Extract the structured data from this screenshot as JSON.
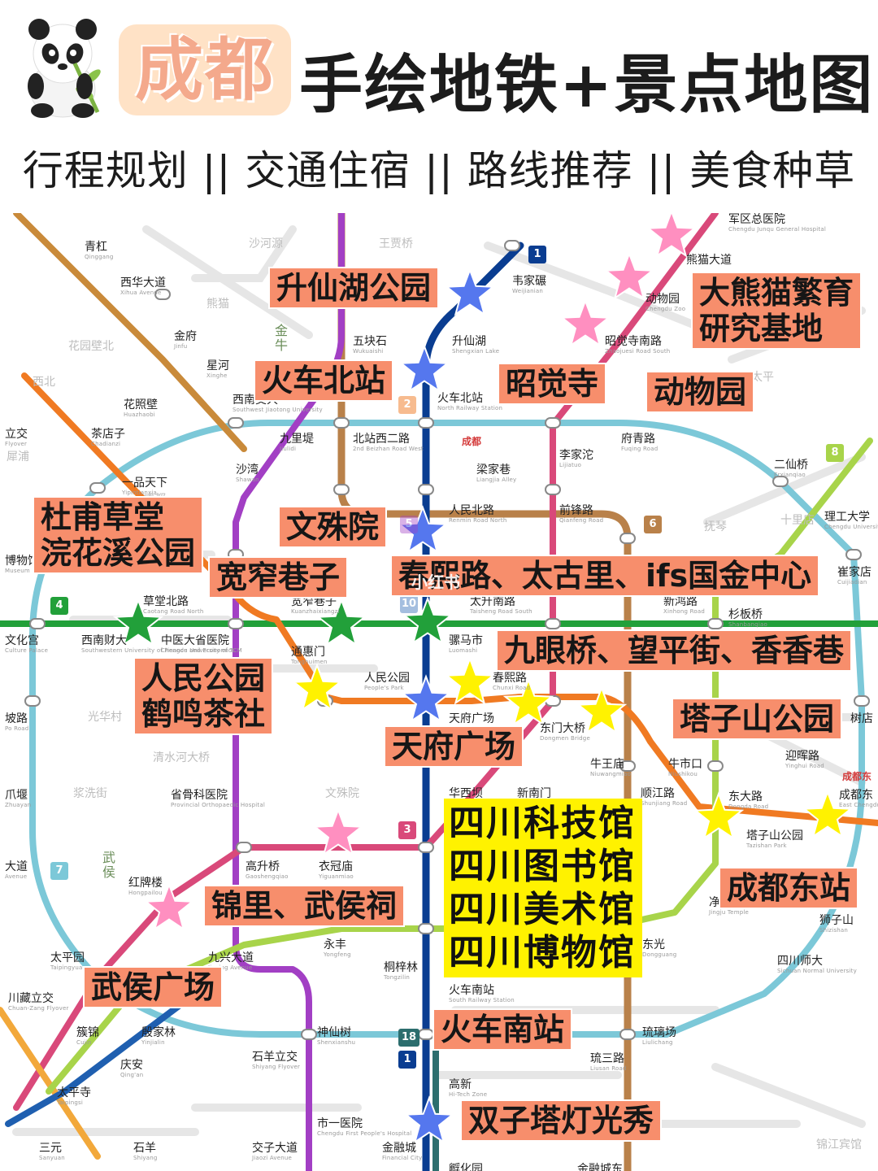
{
  "header": {
    "city": "成都",
    "title": "手绘地铁+景点地图",
    "subtitle": "行程规划 || 交通住宿 || 路线推荐 || 美食种草"
  },
  "colors": {
    "line1": "#0a3d91",
    "line2": "#f07a22",
    "line3": "#d9497a",
    "line4": "#22a03a",
    "line5": "#a23fc4",
    "line6": "#b9814a",
    "line7": "#7cc8d8",
    "line8": "#a8d44a",
    "line9": "#f2a83a",
    "line10": "#1f5fb0",
    "tag": "#f78e6c",
    "highlight": "#fff200"
  },
  "map": {
    "watermark": "小红书",
    "attraction_tags": [
      {
        "id": "shengxianhu",
        "lines": [
          "升仙湖公园"
        ]
      },
      {
        "id": "panda-base",
        "lines": [
          "大熊猫繁育",
          "研究基地"
        ]
      },
      {
        "id": "huochebei",
        "lines": [
          "火车北站"
        ]
      },
      {
        "id": "zhaojuesi",
        "lines": [
          "昭觉寺"
        ]
      },
      {
        "id": "zoo",
        "lines": [
          "动物园"
        ]
      },
      {
        "id": "dufu",
        "lines": [
          "杜甫草堂",
          "浣花溪公园"
        ]
      },
      {
        "id": "wenshuyuan",
        "lines": [
          "文殊院"
        ]
      },
      {
        "id": "kuanzhai",
        "lines": [
          "宽窄巷子"
        ]
      },
      {
        "id": "chunxi",
        "lines": [
          "春熙路、太古里、ifs国金中心"
        ]
      },
      {
        "id": "jiuyanqiao",
        "lines": [
          "九眼桥、望平街、香香巷"
        ]
      },
      {
        "id": "renmin",
        "lines": [
          "人民公园",
          "鹤鸣茶社"
        ]
      },
      {
        "id": "tazishan",
        "lines": [
          "塔子山公园"
        ]
      },
      {
        "id": "tianfu",
        "lines": [
          "天府广场"
        ]
      },
      {
        "id": "chengdudong",
        "lines": [
          "成都东站"
        ]
      },
      {
        "id": "jinli",
        "lines": [
          "锦里、武侯祠"
        ]
      },
      {
        "id": "wuhou",
        "lines": [
          "武侯广场"
        ]
      },
      {
        "id": "huochenan",
        "lines": [
          "火车南站"
        ]
      },
      {
        "id": "twintower",
        "lines": [
          "双子塔灯光秀"
        ]
      }
    ],
    "museums": [
      "四川科技馆",
      "四川图书馆",
      "四川美术馆",
      "四川博物馆"
    ],
    "stations": [
      {
        "zh": "军区总医院",
        "en": "Chengdu Junqu General Hospital"
      },
      {
        "zh": "青杠",
        "en": "Qinggang"
      },
      {
        "zh": "西华大道",
        "en": "Xihua Avenue"
      },
      {
        "zh": "韦家碾",
        "en": "Weijianian"
      },
      {
        "zh": "熊猫大道",
        "en": ""
      },
      {
        "zh": "动物园",
        "en": "Chengdu Zoo"
      },
      {
        "zh": "昭觉寺南路",
        "en": "Zhaojuesi Road South"
      },
      {
        "zh": "五块石",
        "en": "Wukuaishi"
      },
      {
        "zh": "升仙湖",
        "en": "Shengxian Lake"
      },
      {
        "zh": "金府",
        "en": "Jinfu"
      },
      {
        "zh": "星河",
        "en": "Xinghe"
      },
      {
        "zh": "花照壁",
        "en": "Huazhaobi"
      },
      {
        "zh": "西南交大",
        "en": "Southwest Jiaotong University"
      },
      {
        "zh": "火车北站",
        "en": "North Railway Station"
      },
      {
        "zh": "立交",
        "en": "Flyover"
      },
      {
        "zh": "茶店子",
        "en": "Chadianzi"
      },
      {
        "zh": "九里堤",
        "en": "Jiulidi"
      },
      {
        "zh": "北站西二路",
        "en": "2nd Beizhan Road West"
      },
      {
        "zh": "府青路",
        "en": "Fuqing Road"
      },
      {
        "zh": "李家沱",
        "en": "Lijiatuo"
      },
      {
        "zh": "梁家巷",
        "en": "Liangjia Alley"
      },
      {
        "zh": "沙湾",
        "en": "Shawan"
      },
      {
        "zh": "一品天下",
        "en": "Yipintianxia"
      },
      {
        "zh": "二仙桥",
        "en": "Erxianqiao"
      },
      {
        "zh": "理工大学",
        "en": "Chengdu University"
      },
      {
        "zh": "人民北路",
        "en": "Renmin Road North"
      },
      {
        "zh": "前锋路",
        "en": "Qianfeng Road"
      },
      {
        "zh": "博物馆",
        "en": "Museum"
      },
      {
        "zh": "崔家店",
        "en": "Cuijiadian"
      },
      {
        "zh": "草堂北路",
        "en": "Caotang Road North"
      },
      {
        "zh": "宽窄巷子",
        "en": "Kuanzhaixiangzi"
      },
      {
        "zh": "太升南路",
        "en": "Taisheng Road South"
      },
      {
        "zh": "新鸿路",
        "en": "Xinhong Road"
      },
      {
        "zh": "杉板桥",
        "en": "Shanbanqiao"
      },
      {
        "zh": "文化宫",
        "en": "Culture Palace"
      },
      {
        "zh": "西南财大",
        "en": "Southwestern University of Finance and Economics"
      },
      {
        "zh": "中医大省医院",
        "en": "Chengdu University of TCM"
      },
      {
        "zh": "通惠门",
        "en": "Tonghuimen"
      },
      {
        "zh": "骡马市",
        "en": "Luomashi"
      },
      {
        "zh": "人民公园",
        "en": "People's Park"
      },
      {
        "zh": "春熙路",
        "en": "Chunxi Road"
      },
      {
        "zh": "天府广场",
        "en": "Tianfu Square"
      },
      {
        "zh": "东门大桥",
        "en": "Dongmen Bridge"
      },
      {
        "zh": "坡路",
        "en": "Po Road"
      },
      {
        "zh": "牛王庙",
        "en": "Niuwangmiao"
      },
      {
        "zh": "牛市口",
        "en": "Niushikou"
      },
      {
        "zh": "迎晖路",
        "en": "Yinghui Road"
      },
      {
        "zh": "树店",
        "en": ""
      },
      {
        "zh": "爪堰",
        "en": "Zhuayan"
      },
      {
        "zh": "省骨科医院",
        "en": "Provincial Orthopaedic Hospital"
      },
      {
        "zh": "华西坝",
        "en": ""
      },
      {
        "zh": "新南门",
        "en": ""
      },
      {
        "zh": "顺江路",
        "en": "Shunjiang Road"
      },
      {
        "zh": "东大路",
        "en": "Dongda Road"
      },
      {
        "zh": "塔子山公园",
        "en": "Tazishan Park"
      },
      {
        "zh": "成都东",
        "en": "East Chengdu"
      },
      {
        "zh": "大道",
        "en": "Avenue"
      },
      {
        "zh": "高升桥",
        "en": "Gaoshengqiao"
      },
      {
        "zh": "衣冠庙",
        "en": "Yiguanmiao"
      },
      {
        "zh": "红牌楼",
        "en": "Hongpailou"
      },
      {
        "zh": "净居寺",
        "en": "Jingju Temple"
      },
      {
        "zh": "狮子山",
        "en": "Shizishan"
      },
      {
        "zh": "东光",
        "en": "Dongguang"
      },
      {
        "zh": "太平园",
        "en": "Taipingyuan"
      },
      {
        "zh": "九兴大道",
        "en": "Jiuxing Avenue"
      },
      {
        "zh": "永丰",
        "en": "Yongfeng"
      },
      {
        "zh": "桐梓林",
        "en": "Tongzilin"
      },
      {
        "zh": "四川师大",
        "en": "Sichuan Normal University"
      },
      {
        "zh": "川藏立交",
        "en": "Chuan-Zang Flyover"
      },
      {
        "zh": "火车南站",
        "en": "South Railway Station"
      },
      {
        "zh": "簇锦",
        "en": "Cujin"
      },
      {
        "zh": "殷家林",
        "en": "Yinjialin"
      },
      {
        "zh": "神仙树",
        "en": "Shenxianshu"
      },
      {
        "zh": "琉璃场",
        "en": "Liulichang"
      },
      {
        "zh": "庆安",
        "en": "Qing'an"
      },
      {
        "zh": "石羊立交",
        "en": "Shiyang Flyover"
      },
      {
        "zh": "琉三路",
        "en": "Liusan Road"
      },
      {
        "zh": "太平寺",
        "en": "Taipingsi"
      },
      {
        "zh": "高新",
        "en": "Hi-Tech Zone"
      },
      {
        "zh": "三元",
        "en": "Sanyuan"
      },
      {
        "zh": "石羊",
        "en": "Shiyang"
      },
      {
        "zh": "交子大道",
        "en": "Jiaozi Avenue"
      },
      {
        "zh": "市一医院",
        "en": "Chengdu First People's Hospital"
      },
      {
        "zh": "金融城",
        "en": "Financial City"
      },
      {
        "zh": "孵化园",
        "en": ""
      },
      {
        "zh": "金融城东",
        "en": ""
      }
    ],
    "faded_stations": [
      "沙河源",
      "王贾桥",
      "花园壁北",
      "熊猫",
      "金牛",
      "西北",
      "犀浦",
      "成都",
      "十里店",
      "三瓦窑",
      "光华村",
      "抚琴",
      "文殊院",
      "浆洗街",
      "清水河大桥",
      "太平",
      "锦江宾馆",
      "锦江"
    ],
    "red_labels": [
      "成都",
      "成都东"
    ],
    "vertical_labels": [
      "金牛",
      "武侯"
    ],
    "line_badges": [
      "1",
      "2",
      "3",
      "4",
      "5",
      "6",
      "7",
      "8",
      "10",
      "18",
      "1"
    ]
  }
}
